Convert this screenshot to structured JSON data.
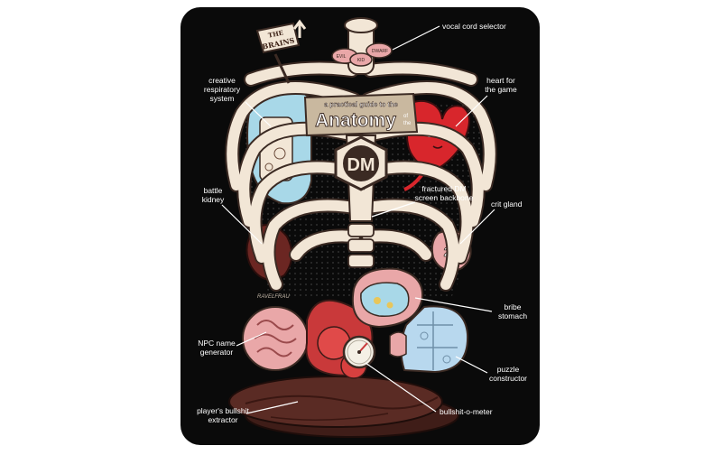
{
  "sign_the_brains": [
    "THE",
    "BRAINS"
  ],
  "banner": {
    "line1": "a practical guide to the",
    "title": "Anatomy",
    "of_the": [
      "of",
      "the"
    ]
  },
  "badge": "DM",
  "vocal_tags": [
    "EVIL",
    "KID",
    "DWARF"
  ],
  "crit_die_face": "20",
  "signature": "RAVELFRAU",
  "labels": {
    "vocal_cord_selector": "vocal cord selector",
    "creative_respiratory": [
      "creative",
      "respiratory",
      "system"
    ],
    "heart_for_the_game": [
      "heart for",
      "the game"
    ],
    "battle_kidney": [
      "battle",
      "kidney"
    ],
    "fractured_dm": [
      "fractured DM",
      "screen backbone"
    ],
    "crit_gland": "crit gland",
    "bribe_stomach": [
      "bribe",
      "stomach"
    ],
    "npc_name_generator": [
      "NPC name",
      "generator"
    ],
    "puzzle_constructor": [
      "puzzle",
      "constructor"
    ],
    "players_extractor": [
      "player's bullshit",
      "extractor"
    ],
    "bullshit_o_meter": "bullshit-o-meter"
  },
  "colors": {
    "background": "#0a0a0a",
    "bone": "#f2e6d6",
    "bone_outline": "#3b2a23",
    "lung": "#a8d8e8",
    "heart": "#d8262c",
    "flesh_pink": "#e9a7a8",
    "flesh_dark": "#7a2f2a",
    "intestine": "#5a2b24",
    "puzzle": "#b8d8ee",
    "sign_wood": "#f2e6d6"
  }
}
